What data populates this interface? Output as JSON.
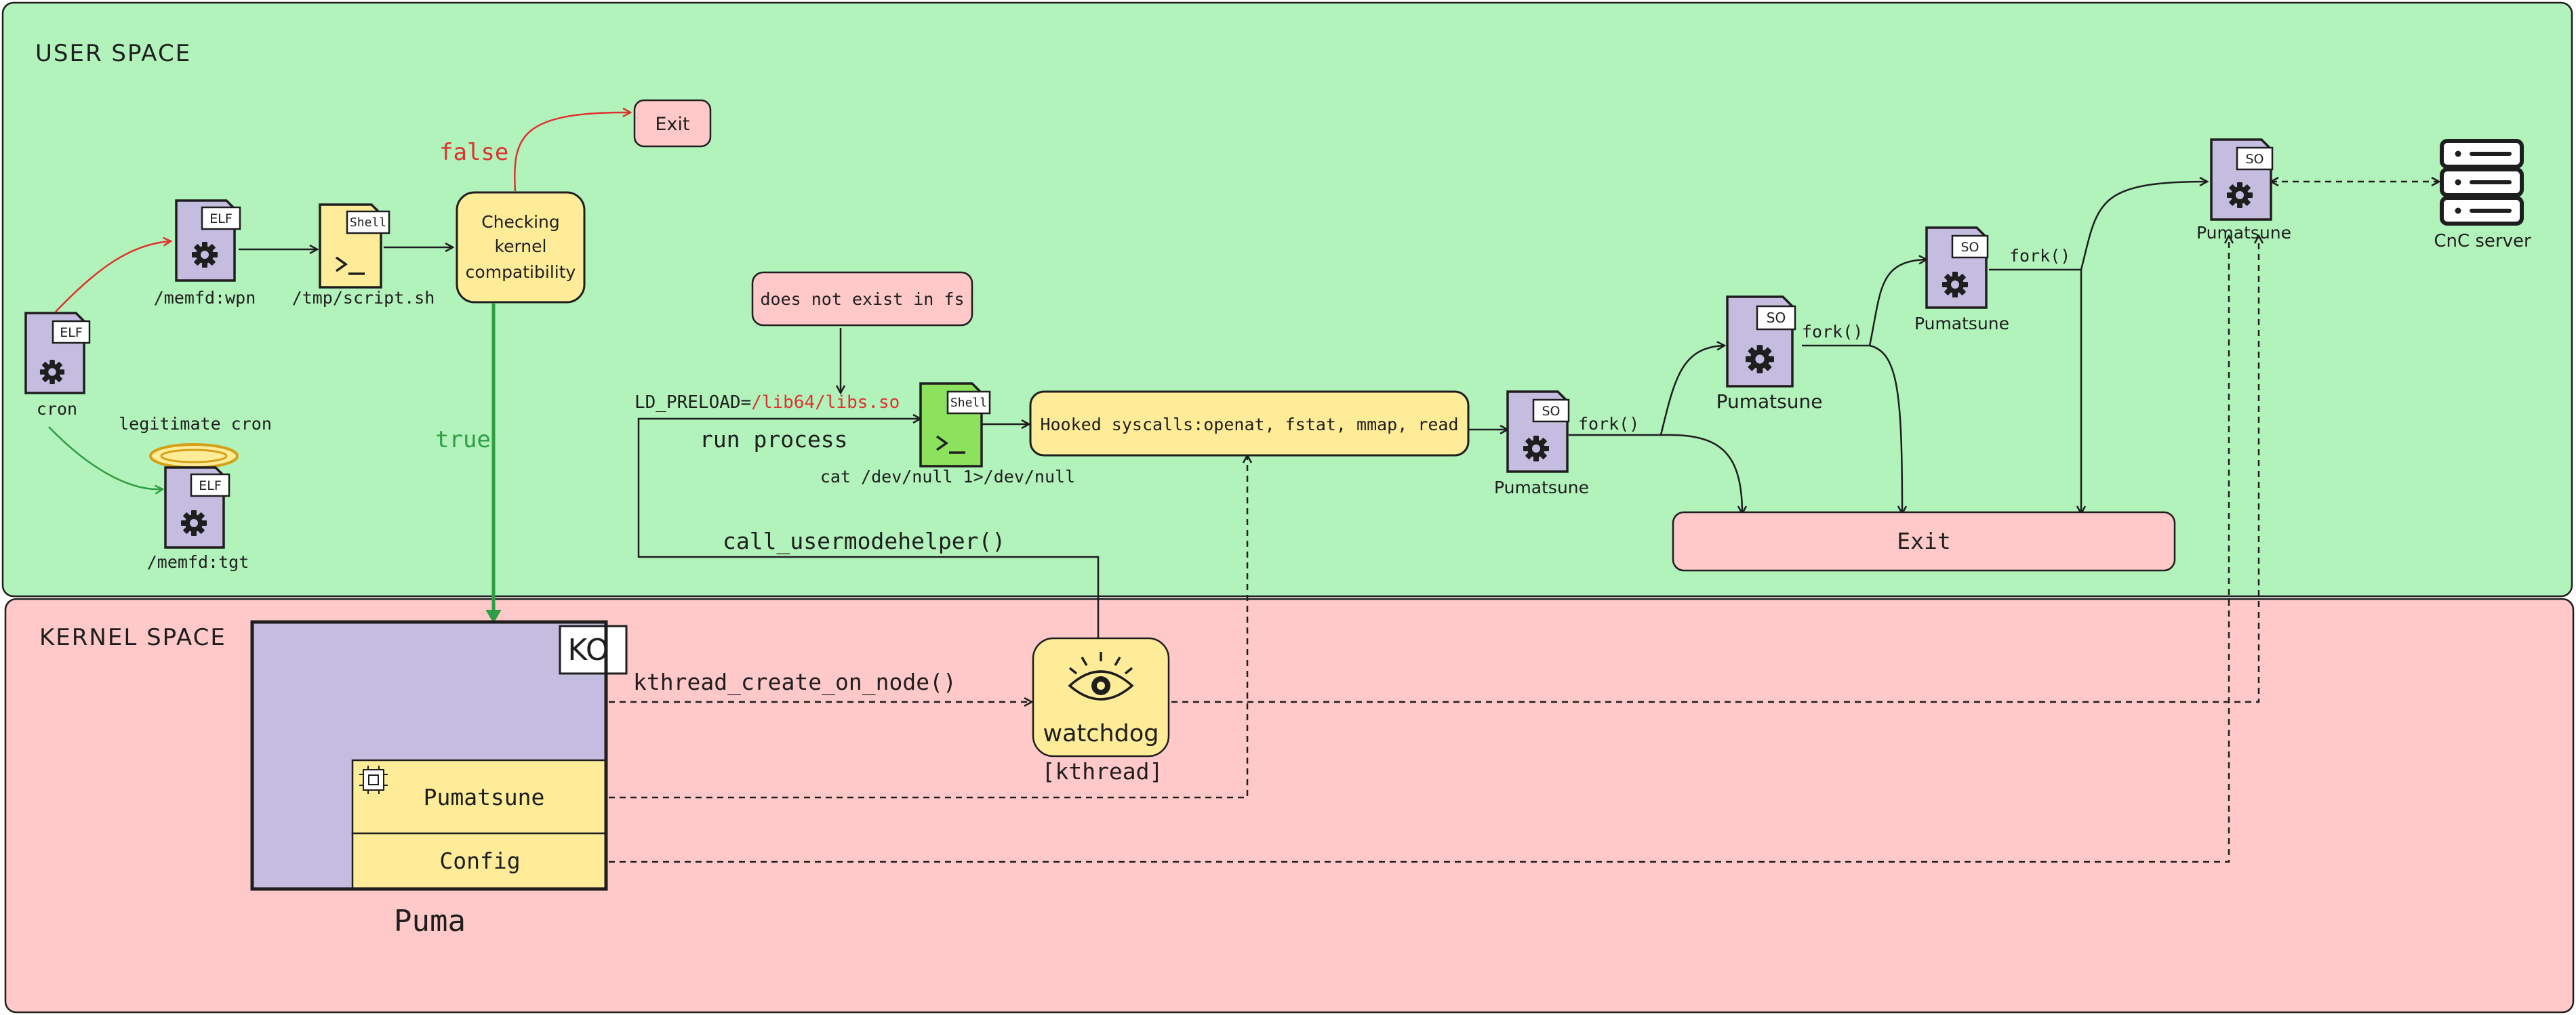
{
  "regions": {
    "user_space": "USER SPACE",
    "kernel_space": "KERNEL SPACE"
  },
  "labels": {
    "false": "false",
    "true": "true",
    "ld_preload_prefix": "LD_PRELOAD=",
    "ld_preload_path": "/lib64/libs.so",
    "run_process": "run process",
    "call_usermodehelper": "call_usermodehelper()",
    "kthread_create": "kthread_create_on_node()",
    "fork1": "fork()",
    "fork2": "fork()",
    "fork3": "fork()",
    "legitimate_cron": "legitimate cron"
  },
  "nodes": {
    "cron": {
      "label": "cron",
      "tag": "ELF"
    },
    "memfd_wpn": {
      "label": "/memfd:wpn",
      "tag": "ELF"
    },
    "memfd_tgt": {
      "label": "/memfd:tgt",
      "tag": "ELF"
    },
    "script": {
      "label": "/tmp/script.sh",
      "tag": "Shell"
    },
    "checking": {
      "line1": "Checking",
      "line2": "kernel",
      "line3": "compatibility"
    },
    "exit_top": {
      "label": "Exit"
    },
    "not_exist": {
      "label": "does not exist in fs"
    },
    "cat_shell": {
      "label": "cat /dev/null 1>/dev/null",
      "tag": "Shell"
    },
    "hooked": {
      "label": "Hooked syscalls:openat, fstat, mmap, read"
    },
    "pumatsune1": {
      "label": "Pumatsune",
      "tag": "SO"
    },
    "pumatsune2": {
      "label": "Pumatsune",
      "tag": "SO"
    },
    "pumatsune3": {
      "label": "Pumatsune",
      "tag": "SO"
    },
    "pumatsune4": {
      "label": "Pumatsune",
      "tag": "SO"
    },
    "exit_big": {
      "label": "Exit"
    },
    "cnc": {
      "label": "CnC server"
    },
    "puma": {
      "label": "Puma",
      "badge": "KO",
      "pumatsune": "Pumatsune",
      "config": "Config"
    },
    "watchdog": {
      "label": "watchdog",
      "sub": "[kthread]"
    }
  },
  "colors": {
    "user_bg": "#b2f2bb",
    "kernel_bg": "#ffc9c9",
    "purple": "#c5bde0",
    "yellow": "#ffec99",
    "pink": "#ffc9c9",
    "green_file": "#8ce25c",
    "red_arrow": "#e03131",
    "green_arrow": "#2f9e44"
  }
}
